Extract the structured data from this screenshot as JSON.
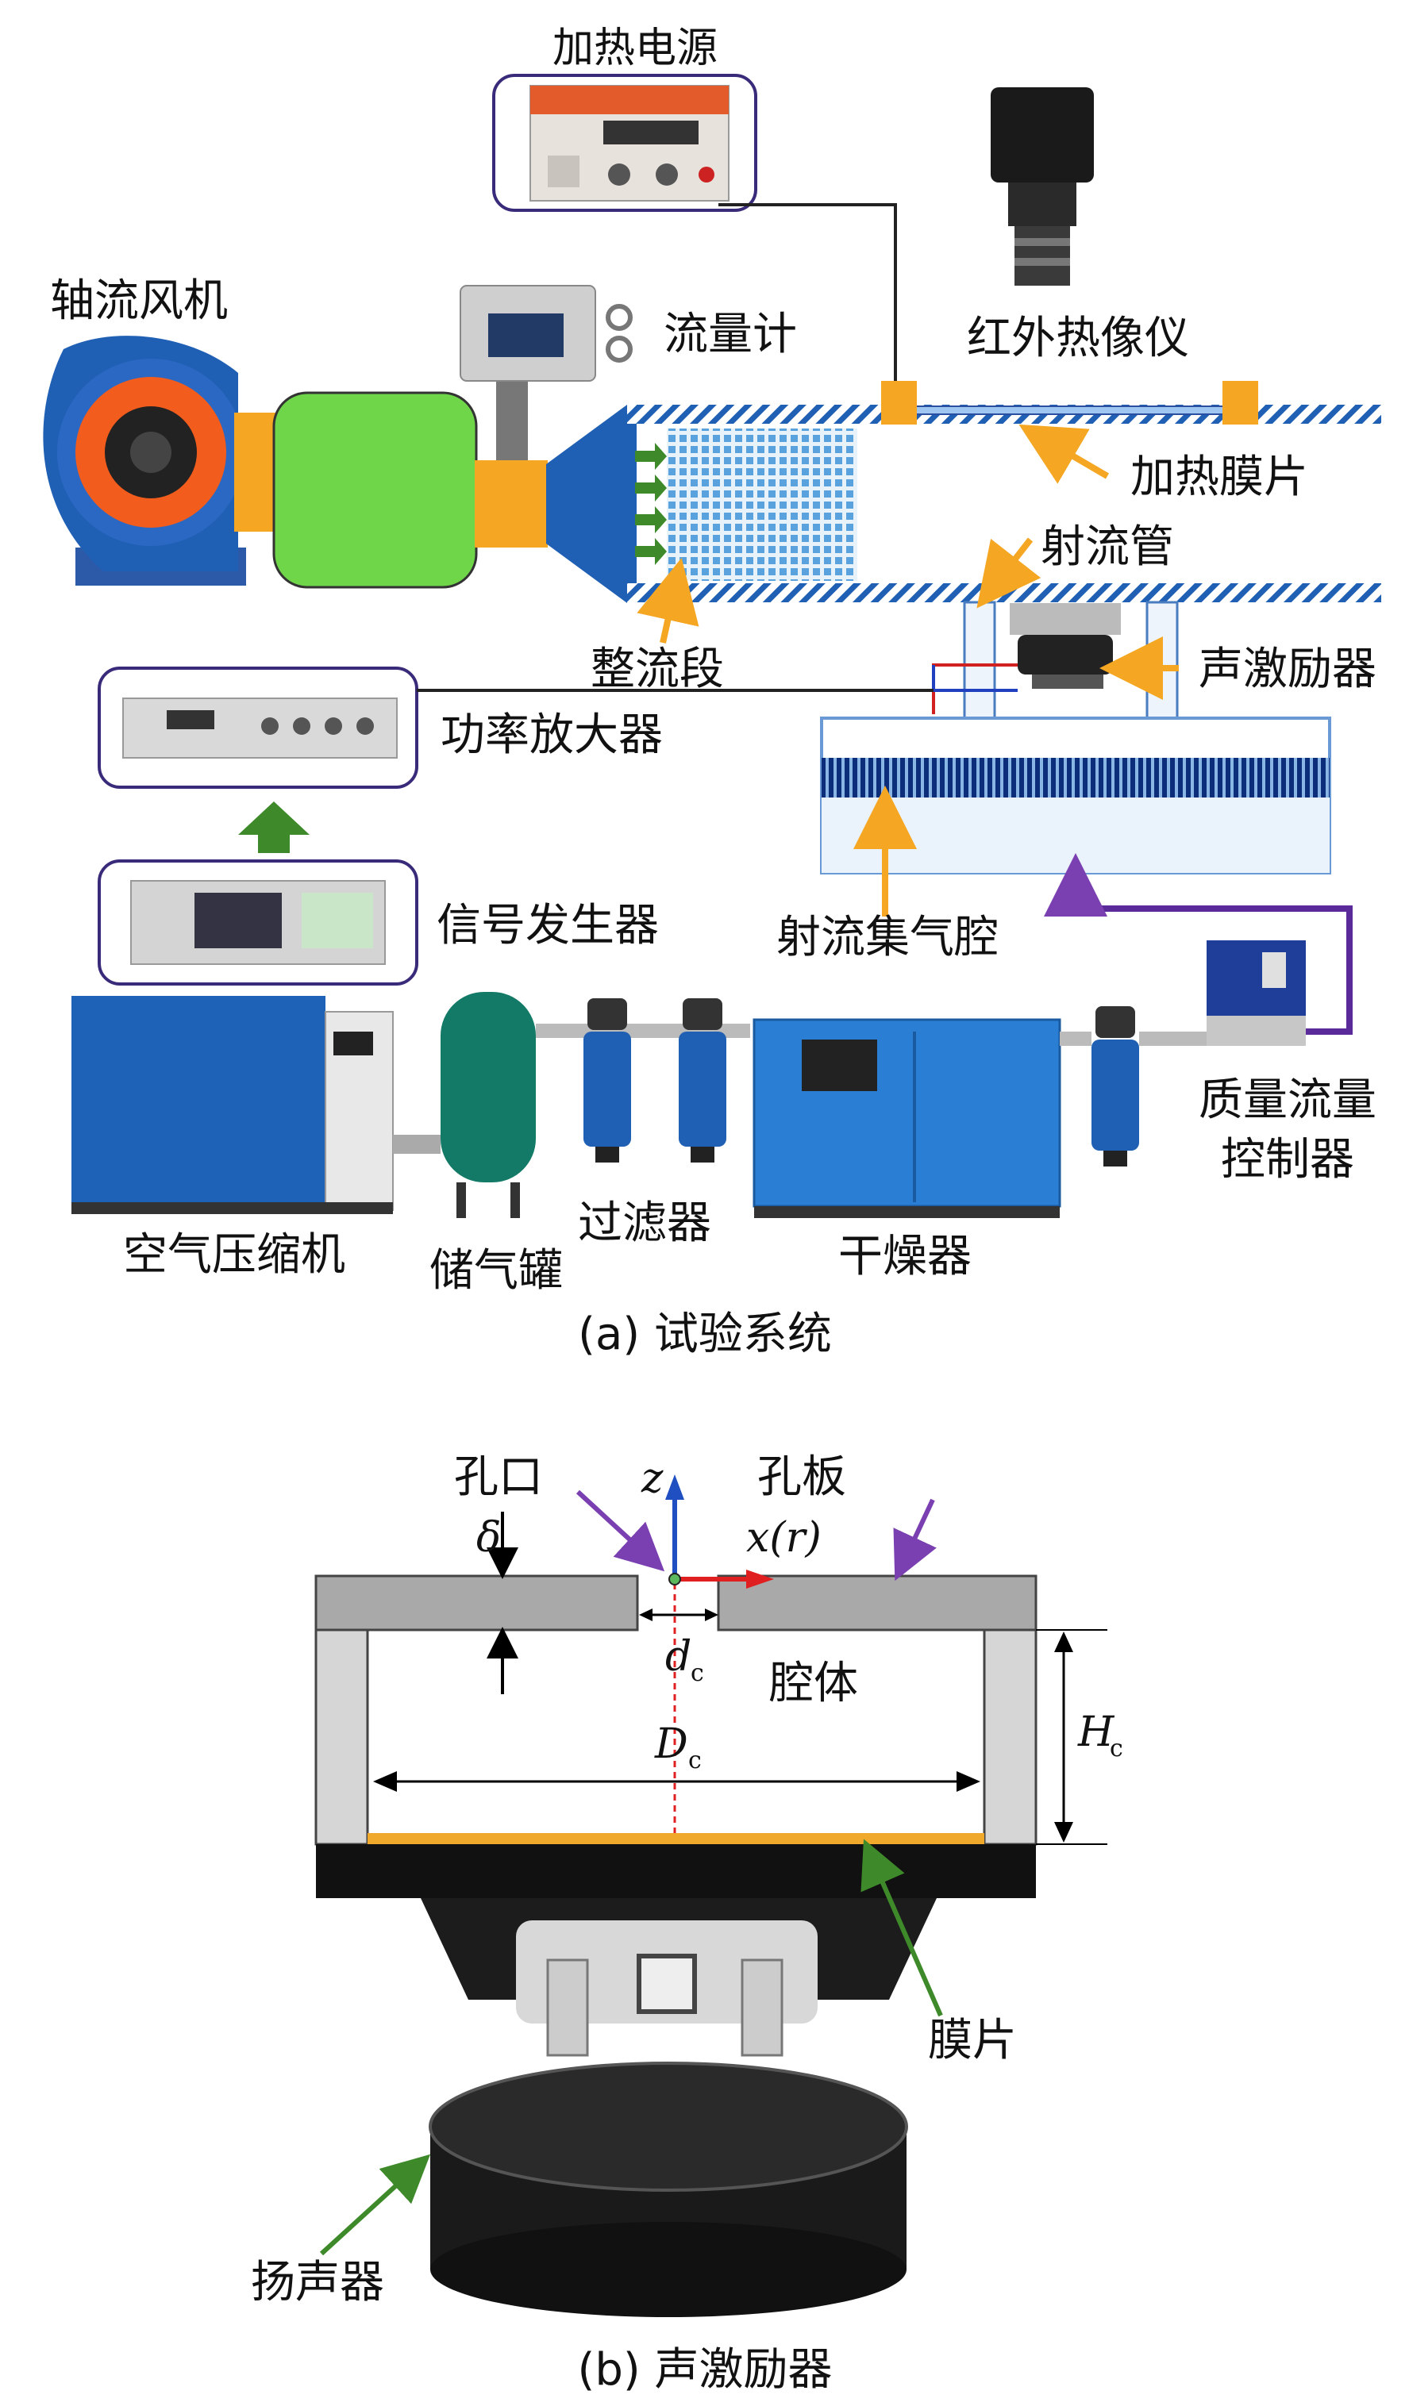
{
  "panel_a": {
    "caption": "(a) 试验系统",
    "labels": {
      "heating_power": "加热电源",
      "axial_fan": "轴流风机",
      "flowmeter": "流量计",
      "ir_camera": "红外热像仪",
      "heating_film": "加热膜片",
      "jet_tube": "射流管",
      "honeycomb": "整流段",
      "acoustic_exciter": "声激励器",
      "power_amplifier": "功率放大器",
      "signal_generator": "信号发生器",
      "jet_plenum": "射流集气腔",
      "mass_flow_controller_1": "质量流量",
      "mass_flow_controller_2": "控制器",
      "air_compressor": "空气压缩机",
      "gas_tank": "储气罐",
      "filter": "过滤器",
      "dryer": "干燥器"
    }
  },
  "panel_b": {
    "caption": "(b) 声激励器",
    "labels": {
      "orifice": "孔口",
      "orifice_plate": "孔板",
      "cavity": "腔体",
      "membrane": "膜片",
      "speaker": "扬声器"
    },
    "symbols": {
      "z_axis": "z",
      "x_axis": "x(r)",
      "delta": "δ",
      "dc_main": "d",
      "dc_sub": "c",
      "Dc_main": "D",
      "Dc_sub": "c",
      "Hc_main": "H",
      "Hc_sub": "c"
    }
  },
  "colors": {
    "duct_blue": "#1f5fb4",
    "fan_orange": "#f25c1c",
    "orange_accent": "#f5a623",
    "green_box": "#6fd64a",
    "purple_line": "#5b2a9a",
    "purple_arrow": "#7a3fb0",
    "green_arrow": "#3e8a2a",
    "plate_gray": "#a9a9a9",
    "membrane_gold": "#f0a92a",
    "red_axis": "#e02020",
    "blue_axis": "#1f4fc0"
  }
}
